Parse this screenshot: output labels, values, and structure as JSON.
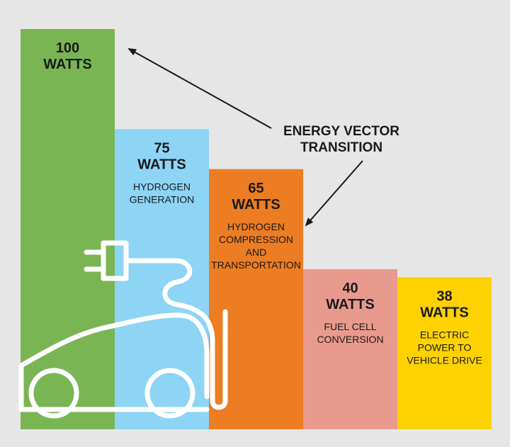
{
  "chart_data": {
    "type": "bar",
    "categories": [
      "100 WATTS",
      "HYDROGEN GENERATION",
      "HYDROGEN COMPRESSION AND TRANSPORTATION",
      "FUEL CELL CONVERSION",
      "ELECTRIC POWER TO VEHICLE DRIVE"
    ],
    "values": [
      100,
      75,
      65,
      40,
      38
    ],
    "ylim": [
      0,
      100
    ],
    "grid": false,
    "bars": [
      {
        "value_text": "100",
        "unit_text": "WATTS",
        "desc_lines": [],
        "color": "#7ab554"
      },
      {
        "value_text": "75",
        "unit_text": "WATTS",
        "desc_lines": [
          "HYDROGEN",
          "GENERATION"
        ],
        "color": "#8dd4f5"
      },
      {
        "value_text": "65",
        "unit_text": "WATTS",
        "desc_lines": [
          "HYDROGEN",
          "COMPRESSION",
          "AND",
          "TRANSPORTATION"
        ],
        "color": "#ec7d22"
      },
      {
        "value_text": "40",
        "unit_text": "WATTS",
        "desc_lines": [
          "FUEL CELL",
          "CONVERSION"
        ],
        "color": "#e99a8e"
      },
      {
        "value_text": "38",
        "unit_text": "WATTS",
        "desc_lines": [
          "ELECTRIC",
          "POWER TO",
          "VEHICLE DRIVE"
        ],
        "color": "#fdd200"
      }
    ],
    "annotation": {
      "lines": [
        "ENERGY VECTOR",
        "TRANSITION"
      ]
    }
  },
  "colors": {
    "background": "#e6e6e6",
    "text": "#1a1a1a",
    "illustration": "#ffffff"
  },
  "illustration": {
    "icon": "ev-car-plug-icon"
  }
}
